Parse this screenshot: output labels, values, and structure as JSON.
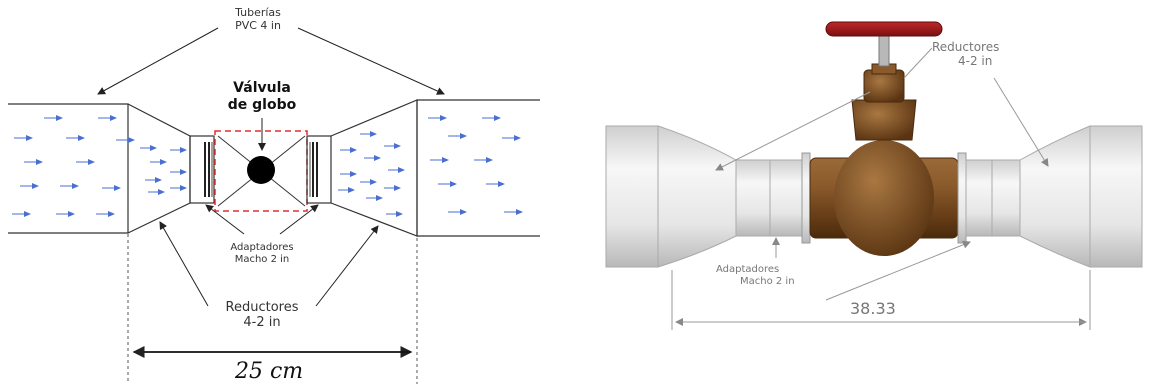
{
  "left_diagram": {
    "pipes_label": [
      "Tuberías",
      "PVC 4 in"
    ],
    "valve_label": [
      "Válvula",
      "de globo"
    ],
    "adapters_label": [
      "Adaptadores",
      "Macho 2 in"
    ],
    "reducers_label": [
      "Reductores",
      "4-2 in"
    ],
    "dimension_label": "25 cm"
  },
  "right_diagram": {
    "reducers_label": [
      "Reductores",
      "4-2 in"
    ],
    "adapters_label": [
      "Adaptadores",
      "Macho 2 in"
    ],
    "dimension_label": "38.33"
  },
  "colors": {
    "flow_arrow": "#4a6fd1",
    "valve_outline": "#e03030",
    "valve_body": "#7a4a1e",
    "handwheel": "#9b1b1b",
    "pipe_light": "#ececec"
  }
}
